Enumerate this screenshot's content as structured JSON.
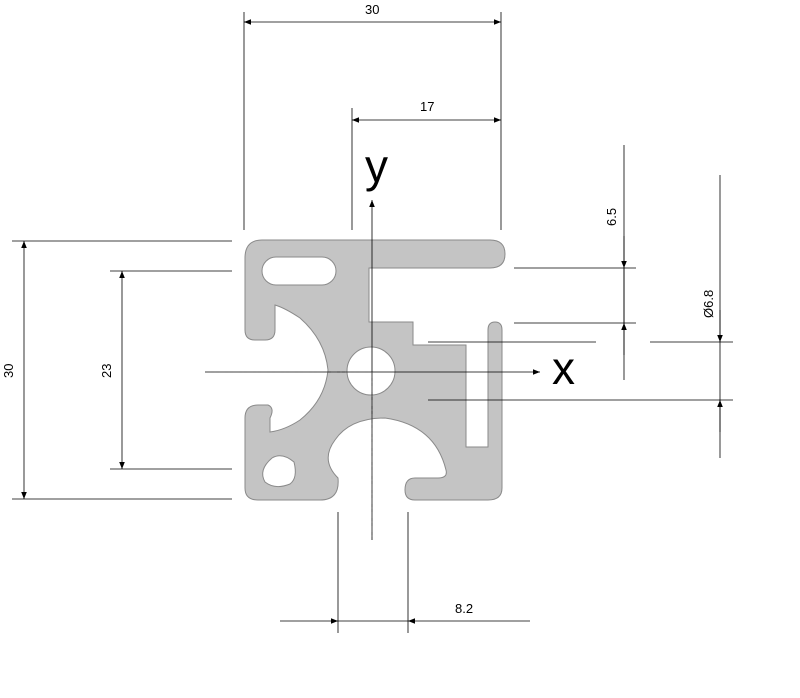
{
  "dimensions": {
    "overall_width": "30",
    "half_offset": "17",
    "overall_height": "30",
    "inner_height": "23",
    "slot_depth": "6.5",
    "bore_diameter": "Ø6.8",
    "slot_width": "8.2"
  },
  "axes": {
    "x_label": "x",
    "y_label": "y"
  },
  "colors": {
    "profile_fill": "#c4c4c4",
    "profile_stroke": "#8a8a8a",
    "line": "#000000"
  }
}
